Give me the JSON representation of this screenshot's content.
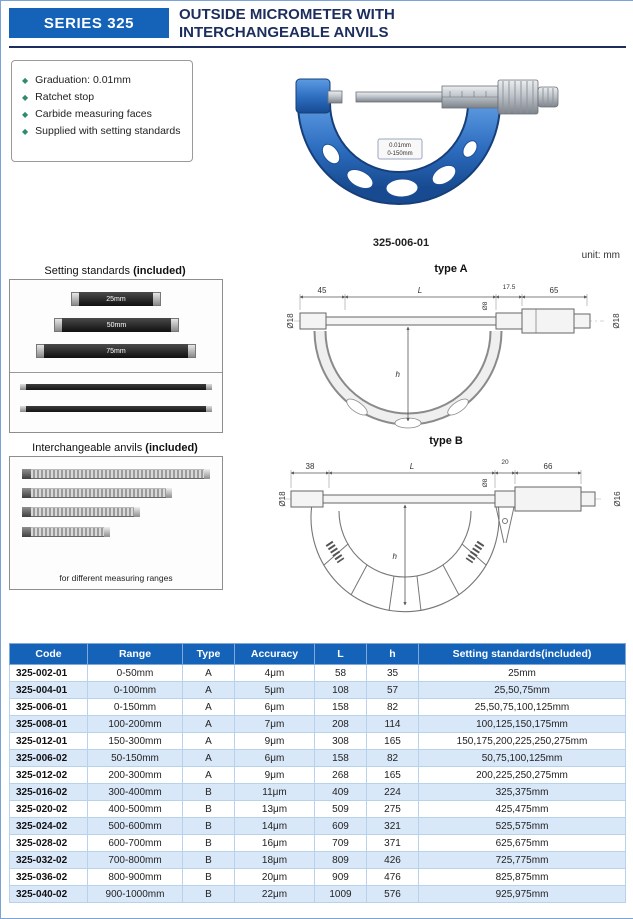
{
  "header": {
    "series": "SERIES 325",
    "title_line1": "OUTSIDE MICROMETER WITH",
    "title_line2": "INTERCHANGEABLE ANVILS"
  },
  "features": [
    "Graduation: 0.01mm",
    "Ratchet stop",
    "Carbide measuring faces",
    "Supplied with setting standards"
  ],
  "product": {
    "caption": "325-006-01",
    "unit_note": "unit: mm",
    "plate_line1": "0.01mm",
    "plate_line2": "0-150mm"
  },
  "setting_standards": {
    "title_text": "Setting standards",
    "title_bold": "(included)",
    "rods": [
      "25mm",
      "50mm",
      "75mm"
    ]
  },
  "anvils": {
    "title_text": "Interchangeable anvils",
    "title_bold": "(included)",
    "caption": "for different measuring ranges"
  },
  "drawing_a": {
    "label": "type A",
    "dim_45": "45",
    "dim_L": "L",
    "dim_175": "17.5",
    "dim_65": "65",
    "dia_left": "Ø18",
    "dia_spindle": "Ø8",
    "dia_right": "Ø18",
    "dim_h": "h"
  },
  "drawing_b": {
    "label": "type B",
    "dim_38": "38",
    "dim_L": "L",
    "dim_20": "20",
    "dim_66": "66",
    "dia_left": "Ø18",
    "dia_spindle": "Ø8",
    "dia_right": "Ø16",
    "dim_h": "h"
  },
  "table": {
    "headers": [
      "Code",
      "Range",
      "Type",
      "Accuracy",
      "L",
      "h",
      "Setting standards(included)"
    ],
    "rows": [
      [
        "325-002-01",
        "0-50mm",
        "A",
        "4μm",
        "58",
        "35",
        "25mm"
      ],
      [
        "325-004-01",
        "0-100mm",
        "A",
        "5μm",
        "108",
        "57",
        "25,50,75mm"
      ],
      [
        "325-006-01",
        "0-150mm",
        "A",
        "6μm",
        "158",
        "82",
        "25,50,75,100,125mm"
      ],
      [
        "325-008-01",
        "100-200mm",
        "A",
        "7μm",
        "208",
        "114",
        "100,125,150,175mm"
      ],
      [
        "325-012-01",
        "150-300mm",
        "A",
        "9μm",
        "308",
        "165",
        "150,175,200,225,250,275mm"
      ],
      [
        "325-006-02",
        "50-150mm",
        "A",
        "6μm",
        "158",
        "82",
        "50,75,100,125mm"
      ],
      [
        "325-012-02",
        "200-300mm",
        "A",
        "9μm",
        "268",
        "165",
        "200,225,250,275mm"
      ],
      [
        "325-016-02",
        "300-400mm",
        "B",
        "11μm",
        "409",
        "224",
        "325,375mm"
      ],
      [
        "325-020-02",
        "400-500mm",
        "B",
        "13μm",
        "509",
        "275",
        "425,475mm"
      ],
      [
        "325-024-02",
        "500-600mm",
        "B",
        "14μm",
        "609",
        "321",
        "525,575mm"
      ],
      [
        "325-028-02",
        "600-700mm",
        "B",
        "16μm",
        "709",
        "371",
        "625,675mm"
      ],
      [
        "325-032-02",
        "700-800mm",
        "B",
        "18μm",
        "809",
        "426",
        "725,775mm"
      ],
      [
        "325-036-02",
        "800-900mm",
        "B",
        "20μm",
        "909",
        "476",
        "825,875mm"
      ],
      [
        "325-040-02",
        "900-1000mm",
        "B",
        "22μm",
        "1009",
        "576",
        "925,975mm"
      ]
    ]
  },
  "colors": {
    "accent_blue": "#1463b8",
    "title_navy": "#1c2d5e",
    "row_alt": "#d9e8f8",
    "frame_blue": "#2c6cbe"
  }
}
